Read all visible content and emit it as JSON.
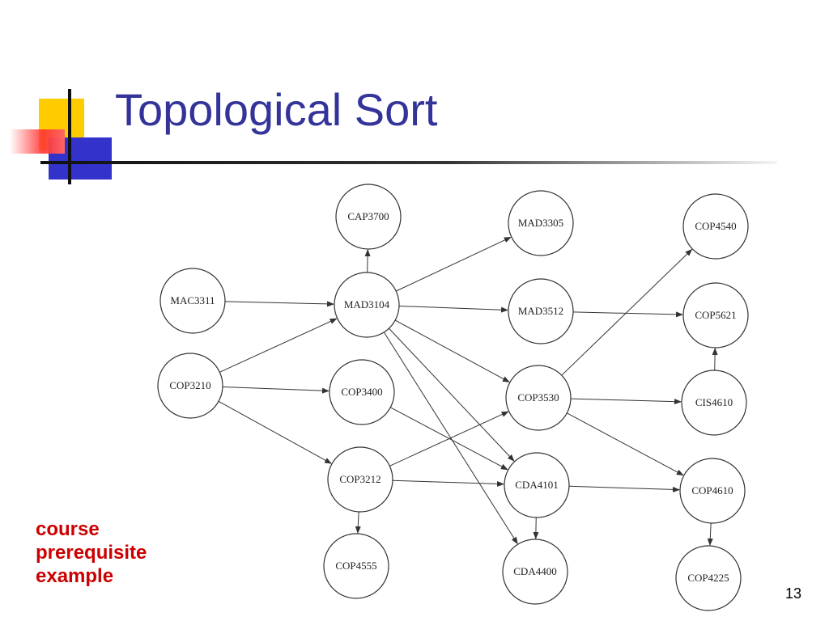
{
  "slide": {
    "title": "Topological Sort",
    "caption_lines": [
      "course",
      "prerequisite",
      "example"
    ],
    "page_number": "13"
  },
  "colors": {
    "title": "#333399",
    "caption": "#cc0000",
    "deco_yellow": "#ffcc00",
    "deco_blue": "#3333cc",
    "deco_red": "#ff3333"
  },
  "diagram": {
    "nodes": [
      {
        "id": "CAP3700",
        "label": "CAP3700"
      },
      {
        "id": "MAD3305",
        "label": "MAD3305"
      },
      {
        "id": "COP4540",
        "label": "COP4540"
      },
      {
        "id": "MAC3311",
        "label": "MAC3311"
      },
      {
        "id": "MAD3104",
        "label": "MAD3104"
      },
      {
        "id": "MAD3512",
        "label": "MAD3512"
      },
      {
        "id": "COP5621",
        "label": "COP5621"
      },
      {
        "id": "COP3210",
        "label": "COP3210"
      },
      {
        "id": "COP3400",
        "label": "COP3400"
      },
      {
        "id": "COP3530",
        "label": "COP3530"
      },
      {
        "id": "CIS4610",
        "label": "CIS4610"
      },
      {
        "id": "COP3212",
        "label": "COP3212"
      },
      {
        "id": "CDA4101",
        "label": "CDA4101"
      },
      {
        "id": "COP4610",
        "label": "COP4610"
      },
      {
        "id": "COP4555",
        "label": "COP4555"
      },
      {
        "id": "CDA4400",
        "label": "CDA4400"
      },
      {
        "id": "COP4225",
        "label": "COP4225"
      }
    ],
    "edges": [
      {
        "from": "MAC3311",
        "to": "MAD3104"
      },
      {
        "from": "COP3210",
        "to": "MAD3104"
      },
      {
        "from": "COP3210",
        "to": "COP3400"
      },
      {
        "from": "COP3210",
        "to": "COP3212"
      },
      {
        "from": "MAD3104",
        "to": "CAP3700"
      },
      {
        "from": "MAD3104",
        "to": "MAD3305"
      },
      {
        "from": "MAD3104",
        "to": "MAD3512"
      },
      {
        "from": "MAD3104",
        "to": "COP3530"
      },
      {
        "from": "MAD3104",
        "to": "CDA4101"
      },
      {
        "from": "MAD3104",
        "to": "CDA4400"
      },
      {
        "from": "COP3400",
        "to": "CDA4101"
      },
      {
        "from": "COP3212",
        "to": "COP3530"
      },
      {
        "from": "COP3212",
        "to": "CDA4101"
      },
      {
        "from": "COP3212",
        "to": "COP4555"
      },
      {
        "from": "MAD3512",
        "to": "COP5621"
      },
      {
        "from": "COP3530",
        "to": "COP4540"
      },
      {
        "from": "COP3530",
        "to": "CIS4610"
      },
      {
        "from": "COP3530",
        "to": "COP4610"
      },
      {
        "from": "CIS4610",
        "to": "COP5621"
      },
      {
        "from": "CDA4101",
        "to": "COP4610"
      },
      {
        "from": "CDA4101",
        "to": "CDA4400"
      },
      {
        "from": "COP4610",
        "to": "COP4225"
      }
    ]
  }
}
